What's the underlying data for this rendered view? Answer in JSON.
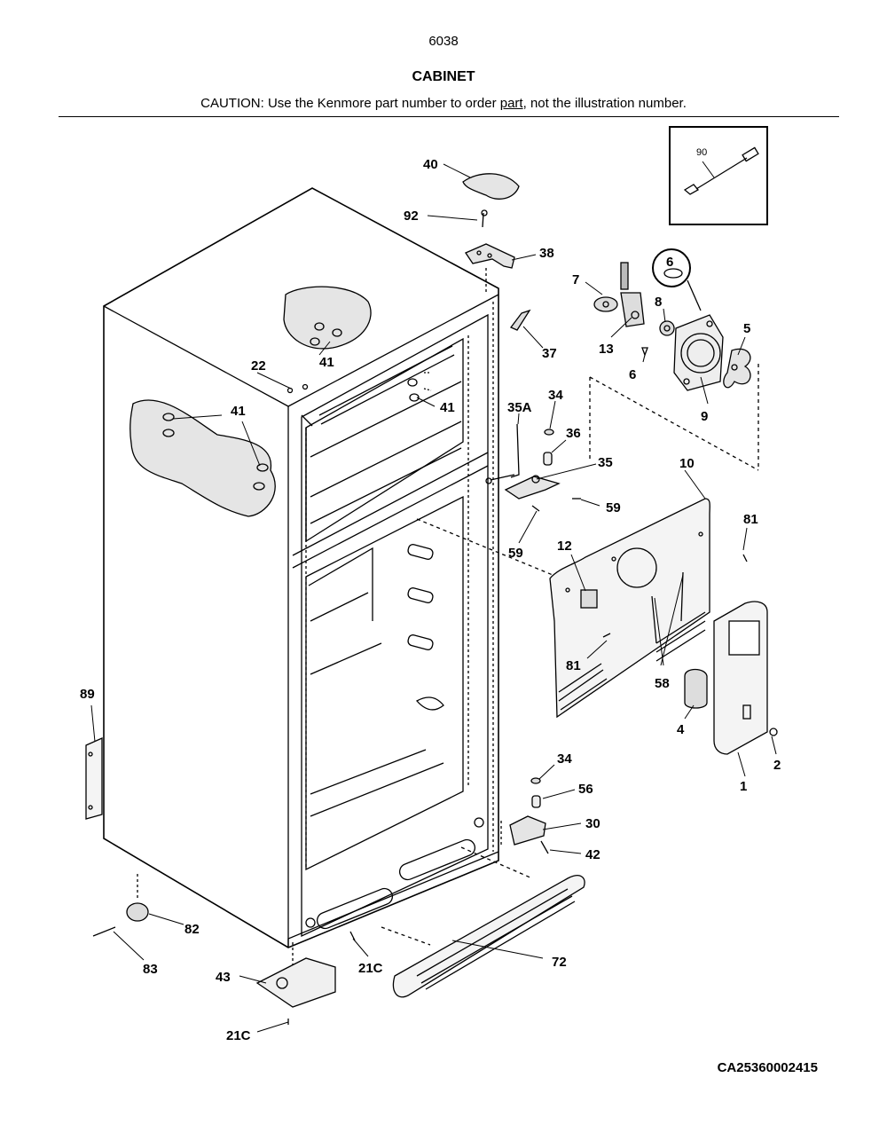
{
  "header": {
    "page_number": "6038",
    "title": "CABINET",
    "caution_before": "CAUTION: Use the Kenmore part number to order ",
    "caution_underlined": "part",
    "caution_after": ", not the illustration number."
  },
  "callouts": {
    "c90": "90",
    "c40": "40",
    "c92": "92",
    "c38": "38",
    "c7": "7",
    "c6a": "6",
    "c8": "8",
    "c5": "5",
    "c13": "13",
    "c6b": "6",
    "c9": "9",
    "c37": "37",
    "c41a": "41",
    "c22": "22",
    "c41b": "41",
    "c41c": "41",
    "c35A": "35A",
    "c34a": "34",
    "c36": "36",
    "c35": "35",
    "c10": "10",
    "c59a": "59",
    "c59b": "59",
    "c81a": "81",
    "c12": "12",
    "c81b": "81",
    "c58": "58",
    "c4": "4",
    "c2": "2",
    "c1": "1",
    "c89": "89",
    "c34b": "34",
    "c56": "56",
    "c30": "30",
    "c42": "42",
    "c82": "82",
    "c83": "83",
    "c21Ca": "21C",
    "c72": "72",
    "c43": "43",
    "c21Cb": "21C"
  },
  "footer": {
    "code": "CA25360002415"
  }
}
